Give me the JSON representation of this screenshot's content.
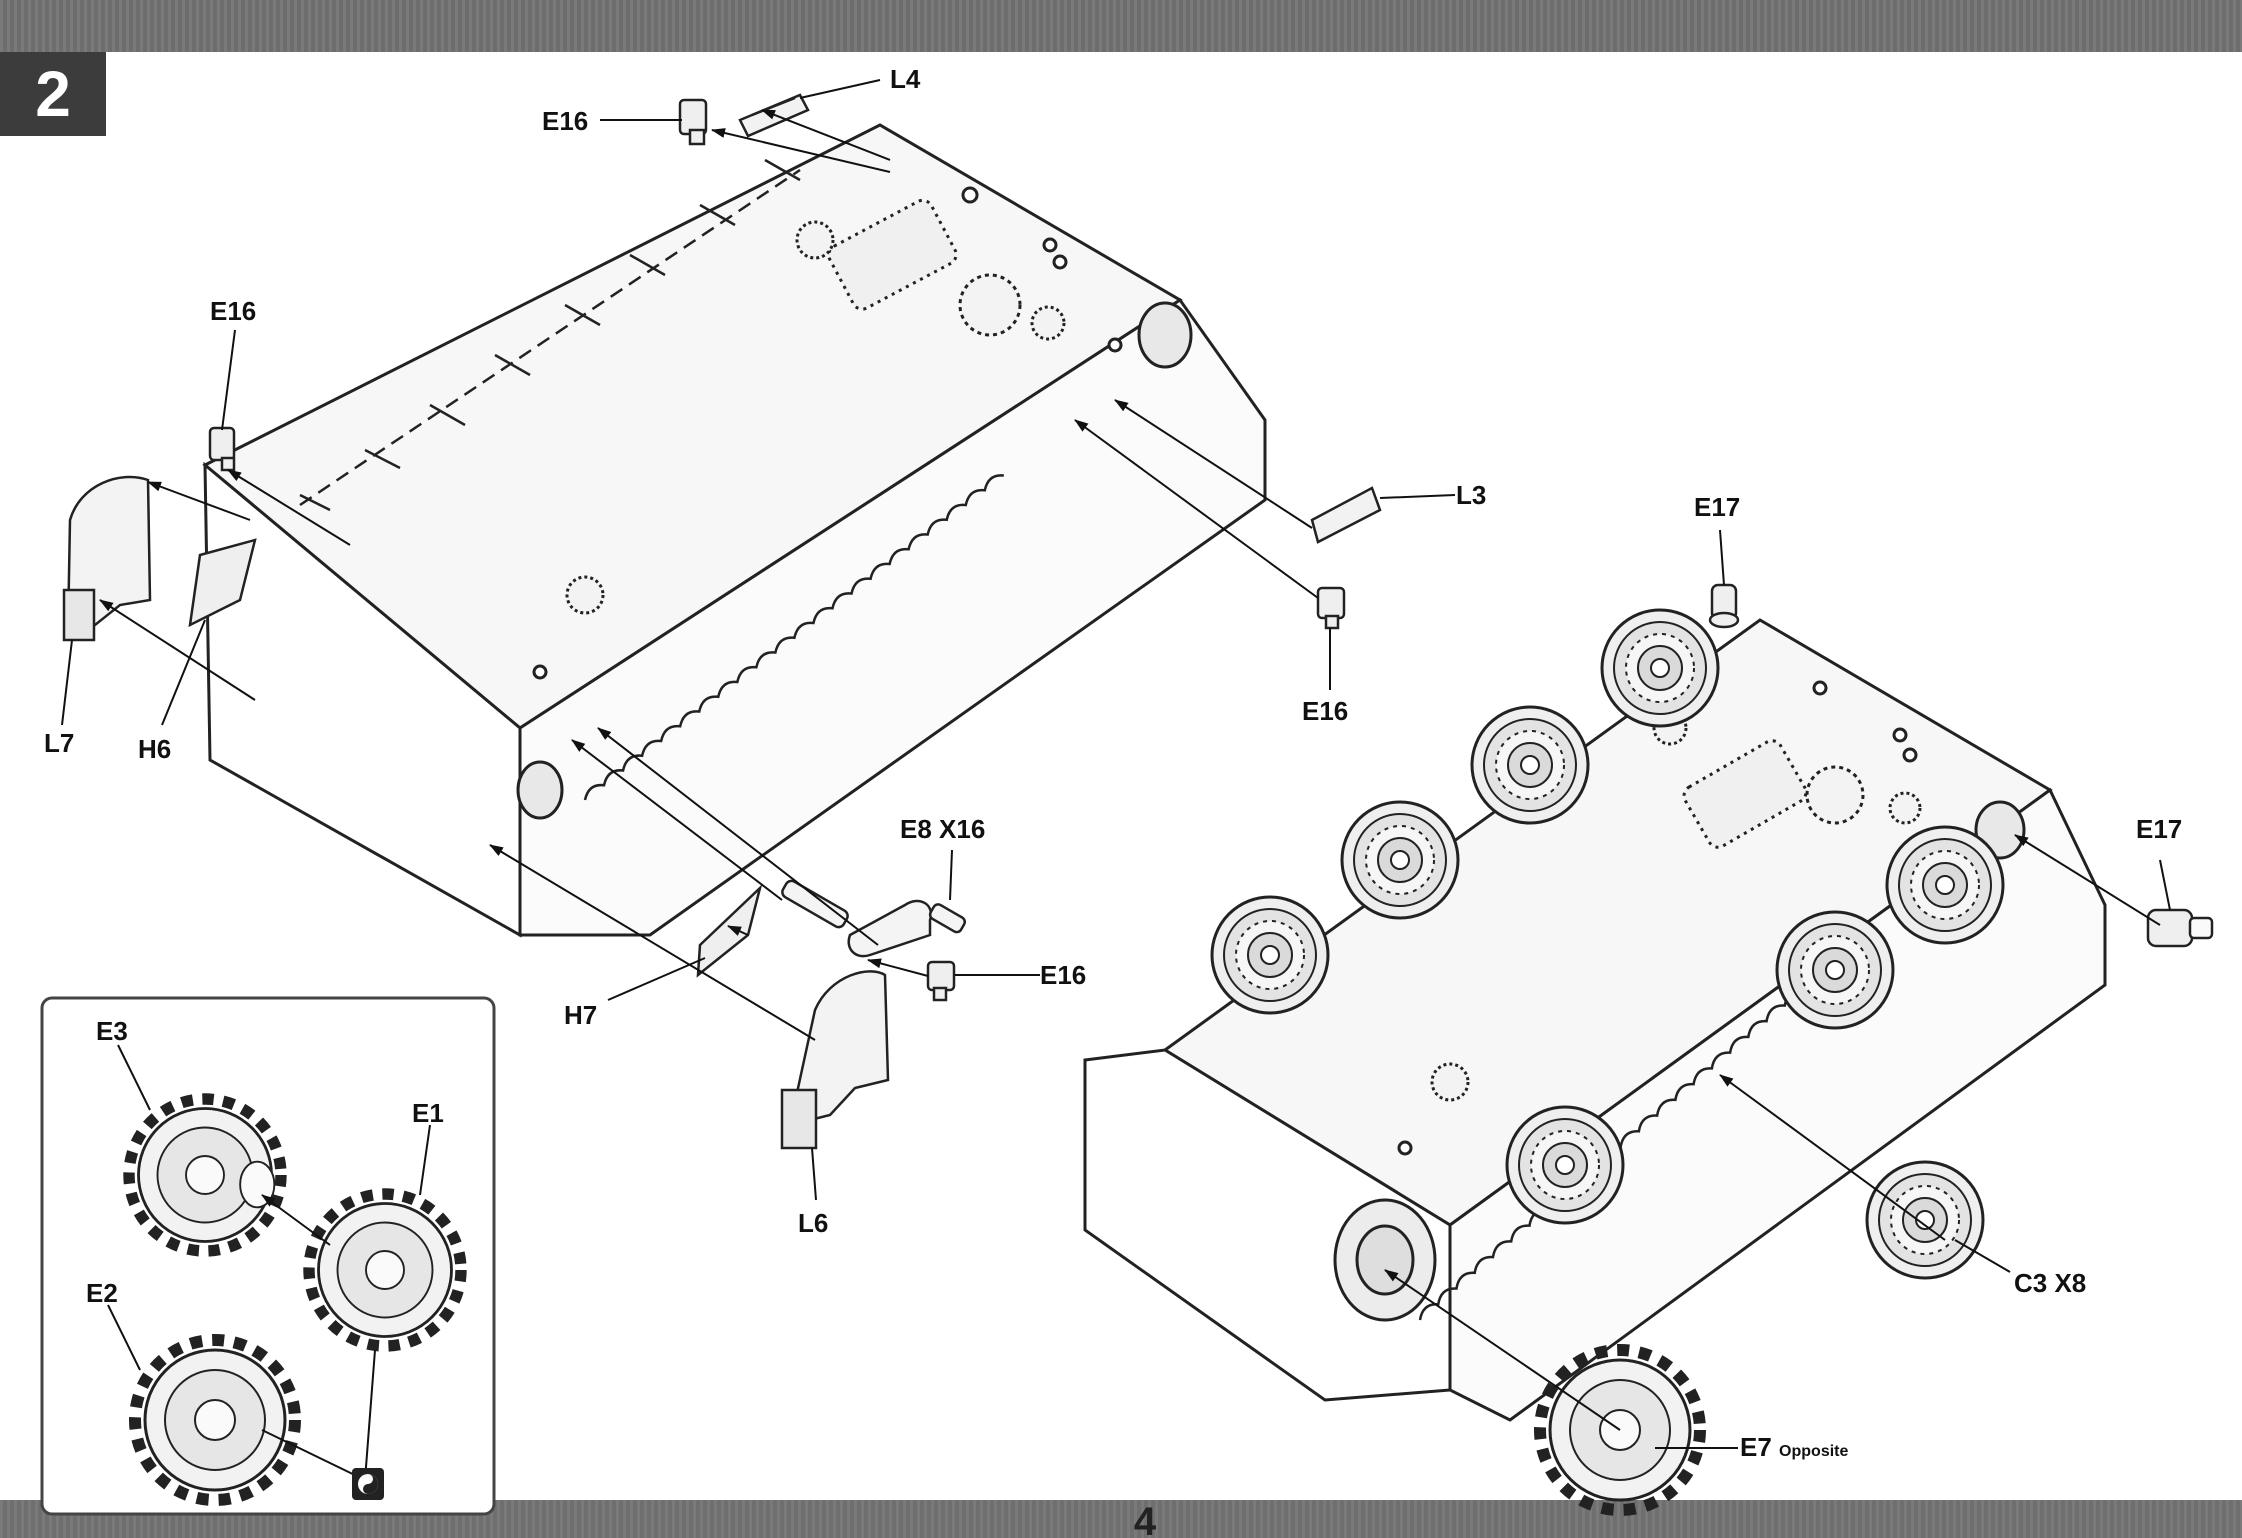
{
  "header": {
    "step_number": "2",
    "page_number": "4"
  },
  "logo": {
    "text": "",
    "accent_color": "#c0392b"
  },
  "labels": {
    "l4": "L4",
    "e16_top": "E16",
    "e16_left": "E16",
    "l3": "L3",
    "e16_mid": "E16",
    "l7": "L7",
    "h6": "H6",
    "e8": "E8  X16",
    "e16_bot": "E16",
    "h7": "H7",
    "l6": "L6",
    "e17_top": "E17",
    "e17_right": "E17",
    "c3": "C3  X8",
    "e7": "E7",
    "e7_note": "Opposite",
    "e3": "E3",
    "e1": "E1",
    "e2": "E2"
  },
  "colors": {
    "line": "#222222",
    "part_fill": "#f4f4f4",
    "shade": "#dcdcdc",
    "frame": "#6e6e6e"
  },
  "icons": {
    "glue": "glue-icon"
  }
}
